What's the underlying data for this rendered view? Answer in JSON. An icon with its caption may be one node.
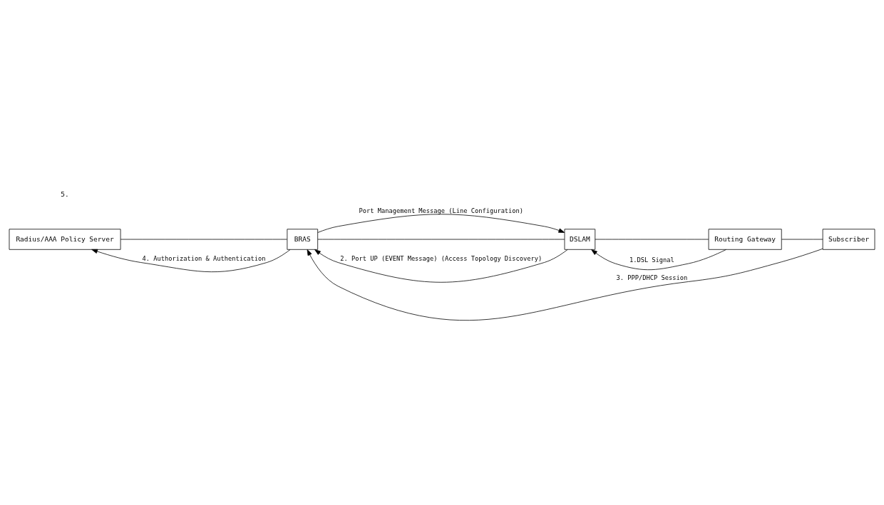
{
  "diagram": {
    "nodes": [
      {
        "text": [
          "Radius/AAA Policy Server"
        ]
      },
      {
        "text": [
          "BRAS"
        ]
      },
      {
        "text": [
          "DSLAM"
        ]
      },
      {
        "text": [
          "Routing Gateway"
        ]
      },
      {
        "text": [
          "Subscriber"
        ]
      }
    ],
    "edges": [
      {
        "from": 3,
        "to": 2,
        "arrow": "to",
        "label": "1.DSL Signal"
      },
      {
        "from": 2,
        "to": 1,
        "arrow": "to",
        "label": "2. Port UP (EVENT Message) (Access Topology Discovery)"
      },
      {
        "from": 4,
        "to": 1,
        "arrow": "to",
        "label": "3. PPP/DHCP Session"
      },
      {
        "from": 1,
        "to": 0,
        "arrow": "to",
        "label": "4. Authorization & Authentication"
      },
      {
        "from": 1,
        "to": 2,
        "arrow": "to",
        "label": "Port Management Message (Line Configuration)"
      },
      {
        "from": 0,
        "to": 1,
        "arrow": "none"
      },
      {
        "from": 1,
        "to": 2,
        "arrow": "none"
      },
      {
        "from": 2,
        "to": 3,
        "arrow": "none"
      },
      {
        "from": 3,
        "to": 4,
        "arrow": "none"
      }
    ],
    "labels": [
      "5."
    ]
  }
}
